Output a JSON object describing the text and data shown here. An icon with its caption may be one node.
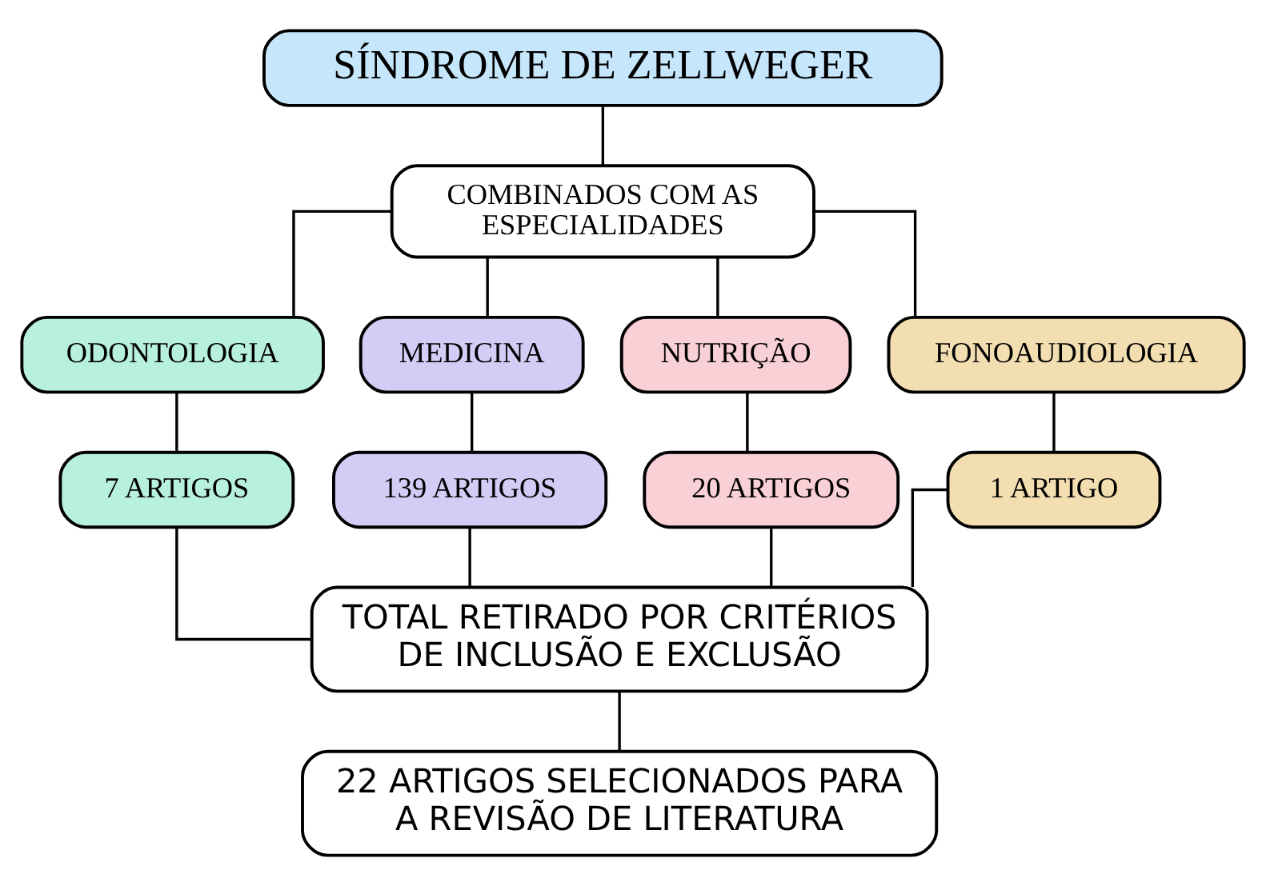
{
  "diagram": {
    "nodes": [
      {
        "text": [
          "SÍNDROME DE ZELLWEGER"
        ]
      },
      {
        "text": [
          "COMBINADOS COM AS ESPECIALIDADES"
        ]
      },
      {
        "text": [
          "ODONTOLOGIA"
        ]
      },
      {
        "text": [
          "MEDICINA"
        ]
      },
      {
        "text": [
          "NUTRIÇÃO"
        ]
      },
      {
        "text": [
          "FONOAUDIOLOGIA"
        ]
      },
      {
        "text": [
          "7 ARTIGOS"
        ]
      },
      {
        "text": [
          "139 ARTIGOS"
        ]
      },
      {
        "text": [
          "20 ARTIGOS"
        ]
      },
      {
        "text": [
          "1 ARTIGO"
        ]
      },
      {
        "text": [
          "TOTAL RETIRADO POR CRITÉRIOS DE INCLUSÃO E EXCLUSÃO"
        ]
      },
      {
        "text": [
          "22 ARTIGOS SELECIONADOS PARA A REVISÃO DE LITERATURA"
        ]
      }
    ],
    "edges": [
      {
        "from": 0,
        "to": 1,
        "arrow": "none"
      },
      {
        "from": 1,
        "to": 2,
        "arrow": "none"
      },
      {
        "from": 1,
        "to": 3,
        "arrow": "none"
      },
      {
        "from": 1,
        "to": 4,
        "arrow": "none"
      },
      {
        "from": 1,
        "to": 5,
        "arrow": "none"
      },
      {
        "from": 2,
        "to": 6,
        "arrow": "none"
      },
      {
        "from": 3,
        "to": 7,
        "arrow": "none"
      },
      {
        "from": 4,
        "to": 8,
        "arrow": "none"
      },
      {
        "from": 5,
        "to": 9,
        "arrow": "none"
      },
      {
        "from": 6,
        "to": 10,
        "arrow": "none"
      },
      {
        "from": 7,
        "to": 10,
        "arrow": "none"
      },
      {
        "from": 8,
        "to": 10,
        "arrow": "none"
      },
      {
        "from": 9,
        "to": 10,
        "arrow": "none"
      },
      {
        "from": 10,
        "to": 11,
        "arrow": "none"
      }
    ]
  }
}
